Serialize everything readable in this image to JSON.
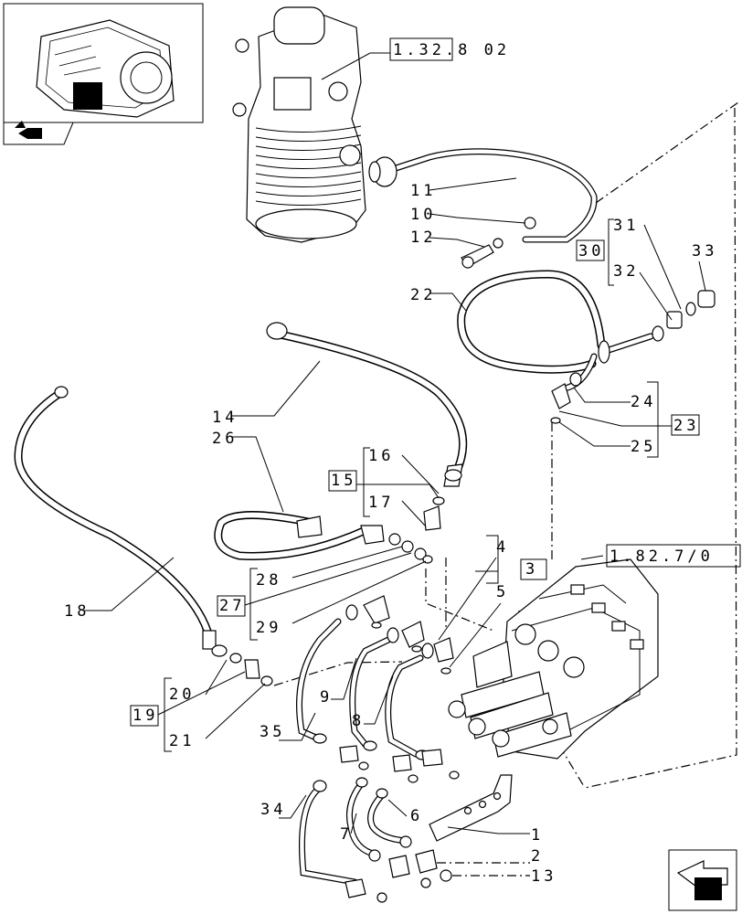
{
  "references": {
    "filter_ref": "1.32.8 02",
    "valve_ref": "1.82.7/0"
  },
  "callouts": {
    "c1": "1",
    "c2": "2",
    "c3": "3",
    "c4": "4",
    "c5": "5",
    "c6": "6",
    "c7": "7",
    "c8": "8",
    "c9": "9",
    "c10": "10",
    "c11": "11",
    "c12": "12",
    "c13": "13",
    "c14": "14",
    "c15": "15",
    "c16": "16",
    "c17": "17",
    "c18": "18",
    "c19": "19",
    "c20": "20",
    "c21": "21",
    "c22": "22",
    "c23": "23",
    "c24": "24",
    "c25": "25",
    "c26": "26",
    "c27": "27",
    "c28": "28",
    "c29": "29",
    "c30": "30",
    "c31": "31",
    "c32": "32",
    "c33": "33",
    "c34": "34",
    "c35": "35"
  },
  "icons": {
    "thumbnail": "transmission-thumbnail-icon",
    "previous": "previous-page-arrow-icon",
    "next": "next-page-arrow-icon"
  }
}
